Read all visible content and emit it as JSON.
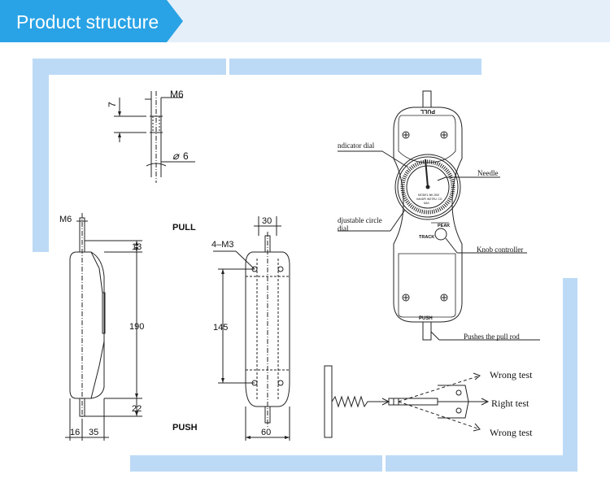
{
  "header": {
    "title": "Product structure"
  },
  "colors": {
    "accent": "#2aa3e6",
    "frame": "#bcd9f5",
    "header_bg": "#e4effa",
    "line": "#222222"
  },
  "detail": {
    "thread": "M6",
    "height": "7",
    "diameter_symbol": "⌀",
    "diameter": "6"
  },
  "side_view": {
    "thread": "M6",
    "top": "13",
    "length": "190",
    "bottom": "22",
    "left_offset": "16",
    "depth": "35"
  },
  "labels": {
    "pull": "PULL",
    "push": "PUSH"
  },
  "front_view": {
    "top_width": "30",
    "holes": "4–M3",
    "spacing": "145",
    "width": "60"
  },
  "gauge": {
    "top_label": "PULL",
    "bottom_label": "PUSH",
    "dial_text_1": "MODEL:NK-500",
    "dial_text_2": "HANDPI INSTRU. CO.",
    "dial_text_3": "MAX",
    "track": "TRACK",
    "peak": "PEAK",
    "callouts": {
      "indicator_dial": "ndicator dial",
      "needle": "Needle",
      "adjustable_1": "djustable circle",
      "adjustable_2": "dial",
      "knob": "Knob controller",
      "pull_rod": "Pushes the pull rod"
    }
  },
  "test": {
    "wrong_top": "Wrong test",
    "right": "Right test",
    "wrong_bottom": "Wrong test"
  }
}
